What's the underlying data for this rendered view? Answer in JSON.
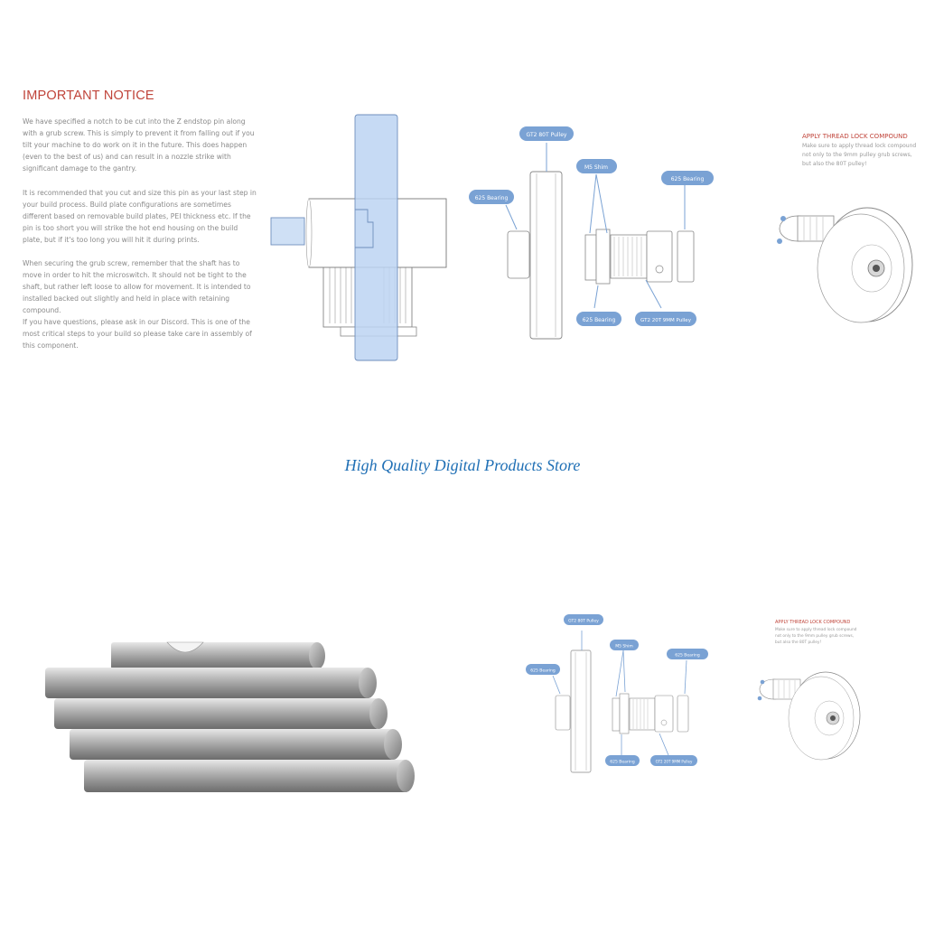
{
  "notice": {
    "title": "IMPORTANT NOTICE",
    "paragraphs": [
      "We have specified a notch to be cut into the Z endstop pin along with a grub screw. This is simply to prevent it from falling out if you tilt your machine to do work on it in the future. This does happen (even to the best of us) and can result in a nozzle strike with significant damage to the gantry.",
      "It is recommended that you cut and size this pin as your last step in your build process. Build plate configurations are sometimes different based on removable build plates, PEI thickness etc. If the pin is too short you will strike the hot end housing on the build plate, but if it's too long you will hit it during prints.",
      "When securing the grub screw, remember that the shaft has to move in order to hit the microswitch. It should not be tight to the shaft, but rather left loose to allow for movement. It is intended to installed backed out slightly and held in place with retaining compound.",
      "If you have questions, please ask in our Discord. This is one of the most critical steps to your build so please take care in assembly of this component."
    ]
  },
  "pulley_labels": {
    "gt2_80t": "GT2 80T Pulley",
    "m5_shim": "M5 Shim",
    "bearing_625_left": "625 Bearing",
    "bearing_625_right": "625 Bearing",
    "bearing_625_bottom": "625 Bearing",
    "gt2_20t": "GT2 20T 9MM Pulley"
  },
  "thread_lock": {
    "title": "APPLY THREAD LOCK COMPOUND",
    "body": [
      "Make sure to apply thread lock compound",
      "not only to the 9mm pulley grub screws,",
      "but also the 80T pulley!"
    ]
  },
  "store_text": "High Quality Digital Products Store",
  "colors": {
    "accent_red": "#c0443a",
    "label_blue": "#7aa2d4",
    "highlight_blue": "#bcd4f2",
    "store_blue": "#1f6fb5"
  }
}
